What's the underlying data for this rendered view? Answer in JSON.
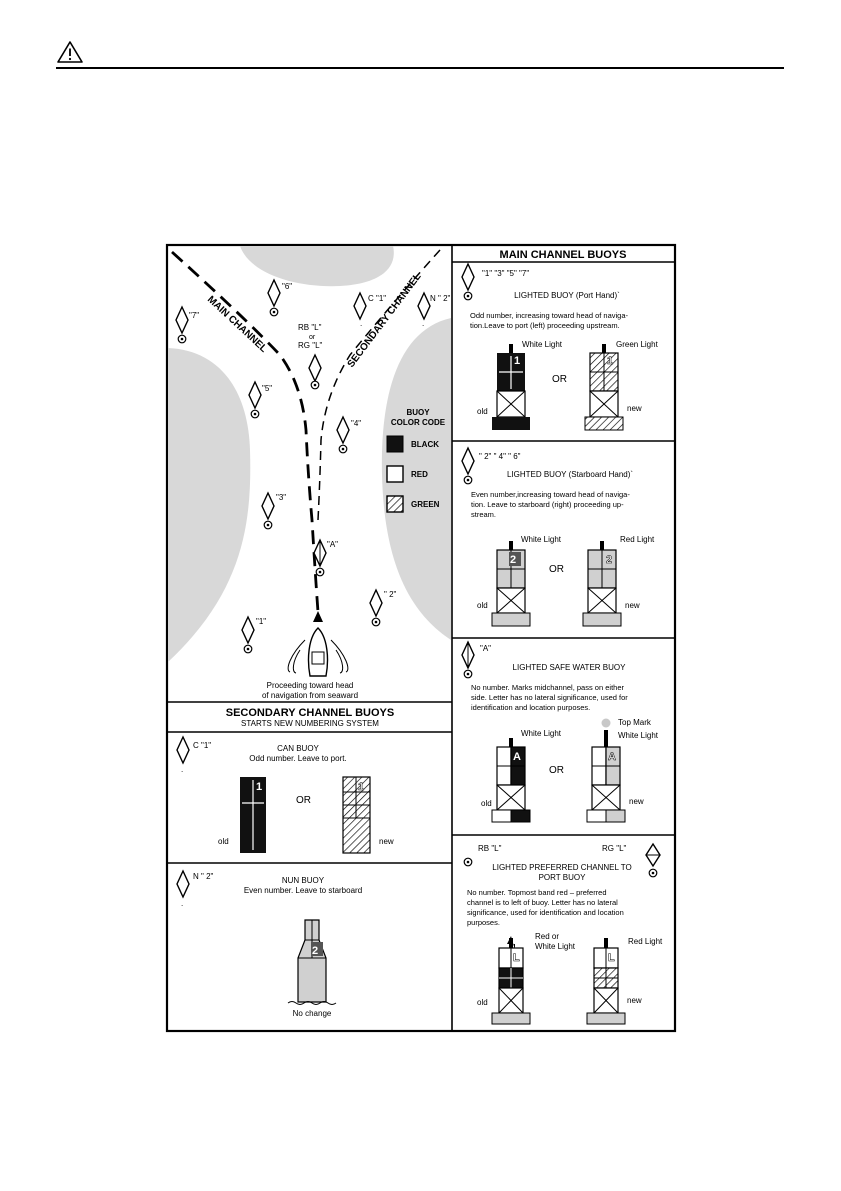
{
  "header": {
    "icon": "warning-triangle-icon"
  },
  "colors": {
    "black": "#111111",
    "red": "#ffffff",
    "green_hatch": "#000000",
    "land": "#d8d8d8",
    "pale": "#e2e2e2"
  },
  "map": {
    "main_channel": "MAIN CHANNEL",
    "secondary_channel": "SECONDARY CHANNEL",
    "rb_l": "RB  \"L\"",
    "or": "or",
    "rg_l": "RG  \"L\"",
    "b7": "\"7\"",
    "b6": "\"6\"",
    "c1": "C \"1\"",
    "n2": "N \" 2\"",
    "b5": "\"5\"",
    "b4": "\"4\"",
    "b3": "\"3\"",
    "bA": "\"A\"",
    "b2": "\" 2\"",
    "b1": "\"1\"",
    "proceeding_1": "Proceeding toward head",
    "proceeding_2": "of navigation from seaward",
    "legend_title_1": "BUOY",
    "legend_title_2": "COLOR CODE",
    "legend_black": "BLACK",
    "legend_red": "RED",
    "legend_green": "GREEN"
  },
  "secondary": {
    "title": "SECONDARY CHANNEL BUOYS",
    "subtitle": "STARTS NEW NUMBERING SYSTEM",
    "can_label": "C  \"1\"",
    "can_title": "CAN  BUOY",
    "can_desc": "Odd number.  Leave to port.",
    "can_num": "1",
    "or": "OR",
    "old": "old",
    "new": "new",
    "nun_label": "N   \" 2\"",
    "nun_title": "NUN BUOY",
    "nun_desc": "Even number.  Leave to starboard",
    "nun_num": "2",
    "nun_caption": "No change"
  },
  "main": {
    "title": "MAIN CHANNEL BUOYS",
    "or": "OR",
    "old": "old",
    "new": "new",
    "port": {
      "label": "\"1\"  \"3\"  \"5\"  \"7\"",
      "title": "LIGHTED BUOY (Port Hand)`",
      "desc_1": "Odd number, increasing toward head of naviga-",
      "desc_2": "tion.Leave to port (left) proceeding upstream.",
      "light_old": "White Light",
      "light_new": "Green Light",
      "num": "1"
    },
    "starboard": {
      "label": "\" 2\"  \" 4\"  \" 6\"",
      "title": "LIGHTED BUOY (Starboard Hand)`",
      "desc_1": "Even number,increasing toward head of naviga-",
      "desc_2": "tion. Leave to  starboard  (right) proceeding up-",
      "desc_3": "stream.",
      "light_old": "White Light",
      "light_new": "Red Light",
      "num": "2"
    },
    "safe": {
      "label": "\"A\"",
      "title": "LIGHTED SAFE WATER BUOY",
      "desc_1": "No  number.  Marks midchannel, pass on  either",
      "desc_2": "side. Letter has no lateral significance, used for",
      "desc_3": "identification and location purposes.",
      "top_mark": "Top Mark",
      "light_old": "White Light",
      "light_new": "White Light",
      "letter": "A"
    },
    "preferred": {
      "label_left": "RB  \"L\"",
      "label_right": "RG  \"L\"",
      "title_1": "LIGHTED PREFERRED CHANNEL TO",
      "title_2": "PORT BUOY",
      "desc_1": "No  number.  Topmost band red –  preferred",
      "desc_2": "channel is to left of buoy. Letter has no lateral",
      "desc_3": "significance, used for identification and location",
      "desc_4": "purposes.",
      "light_old_1": "Red or",
      "light_old_2": "White Light",
      "light_new": "Red Light",
      "letter": "L"
    }
  }
}
